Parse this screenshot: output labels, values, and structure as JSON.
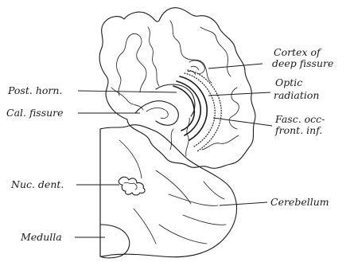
{
  "labels": {
    "cortex_line1": "Cortex of",
    "cortex_line2": "deep fissure",
    "post_horn": "Post. horn.",
    "optic_line1": "Optic",
    "optic_line2": "radiation",
    "cal_fissure": "Cal. fissure",
    "fasc_line1": "Fasc. occ-",
    "fasc_line2": "front. inf.",
    "nuc_dent": "Nuc. dent.",
    "cerebellum": "Cerebellum",
    "medulla": "Medulla"
  }
}
